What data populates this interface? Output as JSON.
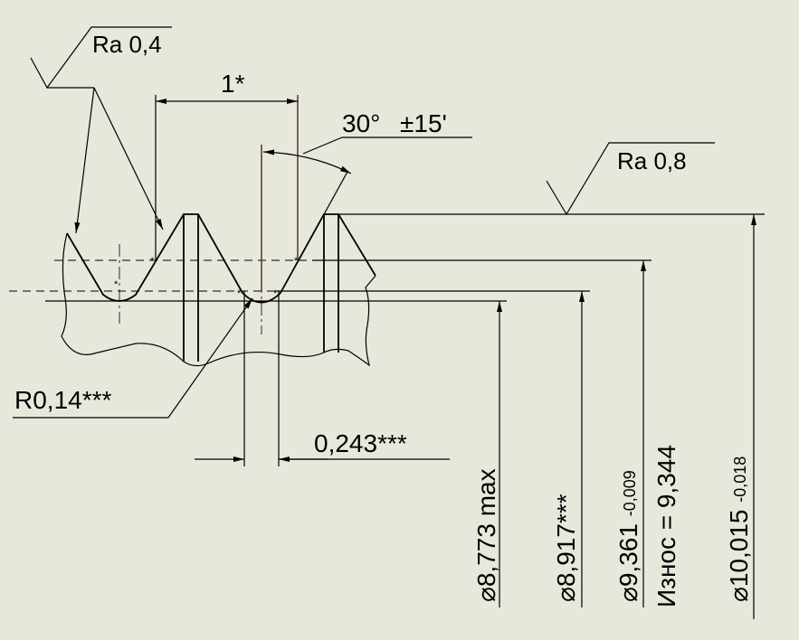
{
  "drawing": {
    "roughness_left": "Ra 0,4",
    "roughness_right": "Ra 0,8",
    "pitch": "1*",
    "flank_angle": "30°",
    "flank_angle_tol": "±15'",
    "root_radius": "R0,14***",
    "width": "0,243***",
    "diameters": [
      {
        "symbol": "⌀",
        "main": "8,773 max",
        "tol": ""
      },
      {
        "symbol": "⌀",
        "main": "8,917***",
        "tol": ""
      },
      {
        "symbol": "⌀",
        "main": "9,361 ",
        "tol": "-0,009"
      },
      {
        "symbol": "",
        "main": "Износ = 9,344",
        "tol": ""
      },
      {
        "symbol": "⌀",
        "main": "10,015 ",
        "tol": "-0,018"
      }
    ]
  }
}
